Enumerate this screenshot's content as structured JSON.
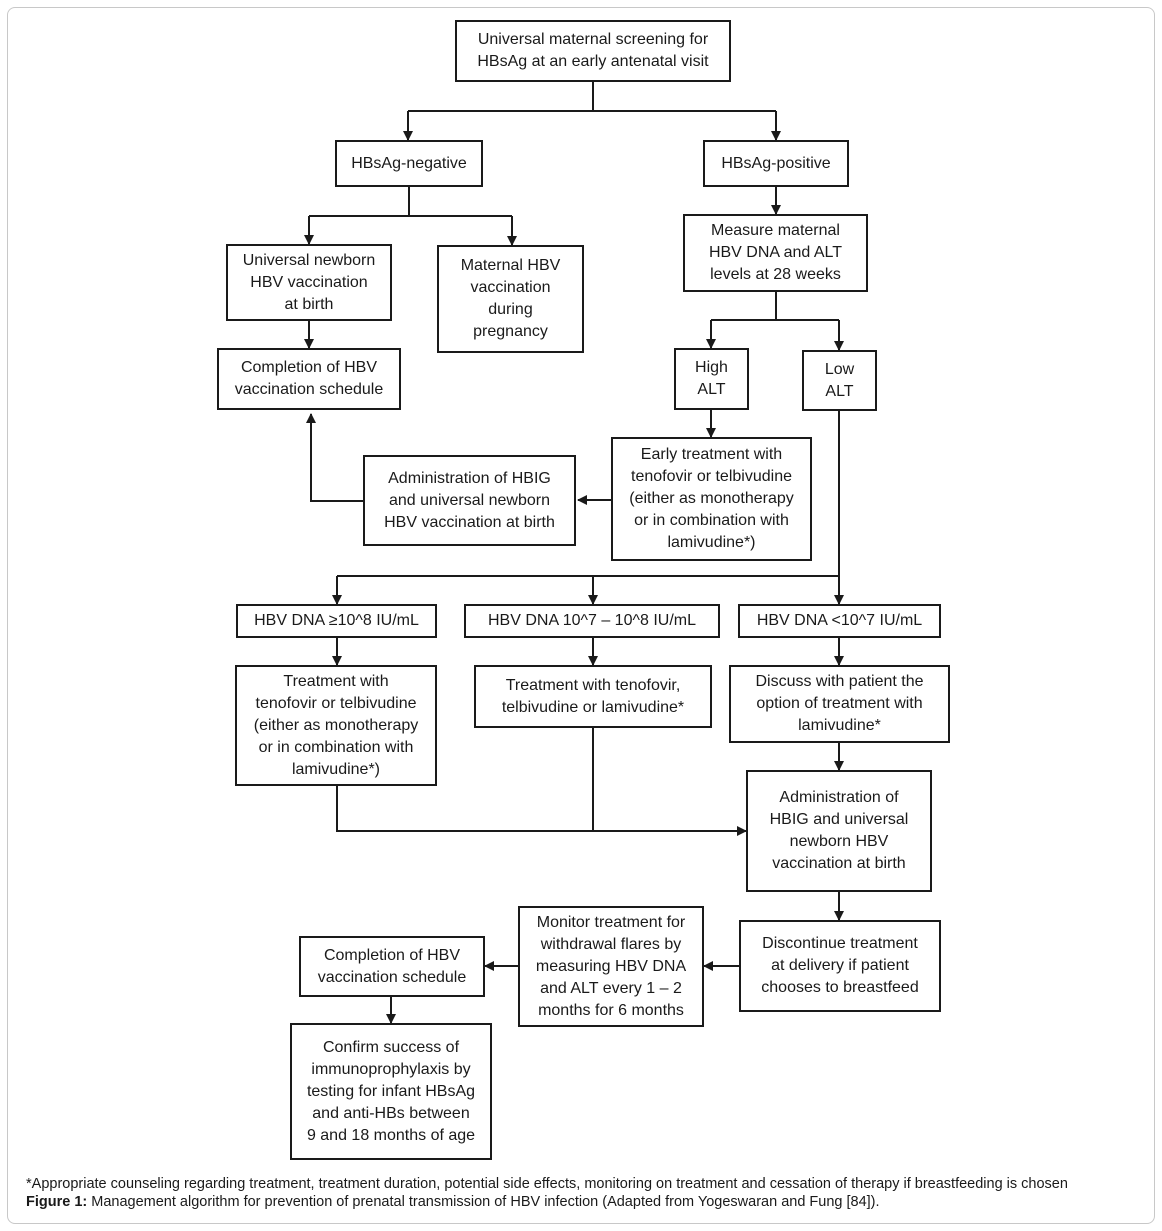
{
  "boxes": {
    "screening": "Universal maternal screening for\nHBsAg at an early antenatal visit",
    "negative": "HBsAg-negative",
    "positive": "HBsAg-positive",
    "newborn_vacc": "Universal newborn\nHBV vaccination\nat birth",
    "maternal_vacc": "Maternal HBV\nvaccination\nduring\npregnancy",
    "measure": "Measure maternal\nHBV DNA and ALT\nlevels at 28 weeks",
    "completion_top": "Completion of HBV\nvaccination schedule",
    "high_alt": "High\nALT",
    "low_alt": "Low\nALT",
    "early_treatment": "Early treatment with\ntenofovir or telbivudine\n(either as monotherapy\nor in combination with\nlamivudine*)",
    "hbig_admin_top": "Administration of HBIG\nand universal newborn\nHBV vaccination at birth",
    "dna_high": "HBV DNA ≥10^8 IU/mL",
    "dna_mid": "HBV DNA 10^7 – 10^8 IU/mL",
    "dna_low": "HBV DNA <10^7 IU/mL",
    "treatment_high": "Treatment with\ntenofovir or telbivudine\n(either as monotherapy\nor in combination with\nlamivudine*)",
    "treatment_mid": "Treatment with tenofovir,\ntelbivudine or lamivudine*",
    "discuss": "Discuss with patient the\noption of treatment with\nlamivudine*",
    "hbig_admin_bottom": "Administration of\nHBIG and universal\nnewborn HBV\nvaccination at birth",
    "discontinue": "Discontinue treatment\nat delivery if patient\nchooses to breastfeed",
    "monitor": "Monitor treatment for\nwithdrawal flares by\nmeasuring HBV DNA\nand ALT every 1 – 2\nmonths for 6 months",
    "completion_bottom": "Completion of HBV\nvaccination schedule",
    "confirm": "Confirm success of\nimmunoprophylaxis by\ntesting for infant HBsAg\nand anti-HBs between\n9 and 18 months of age"
  },
  "footnote": "*Appropriate counseling regarding treatment, treatment duration, potential side effects, monitoring on treatment and cessation of therapy if breastfeeding is chosen",
  "caption": {
    "label": "Figure 1:",
    "text": " Management algorithm for prevention of prenatal transmission of HBV infection (Adapted from Yogeswaran and Fung [84])."
  }
}
